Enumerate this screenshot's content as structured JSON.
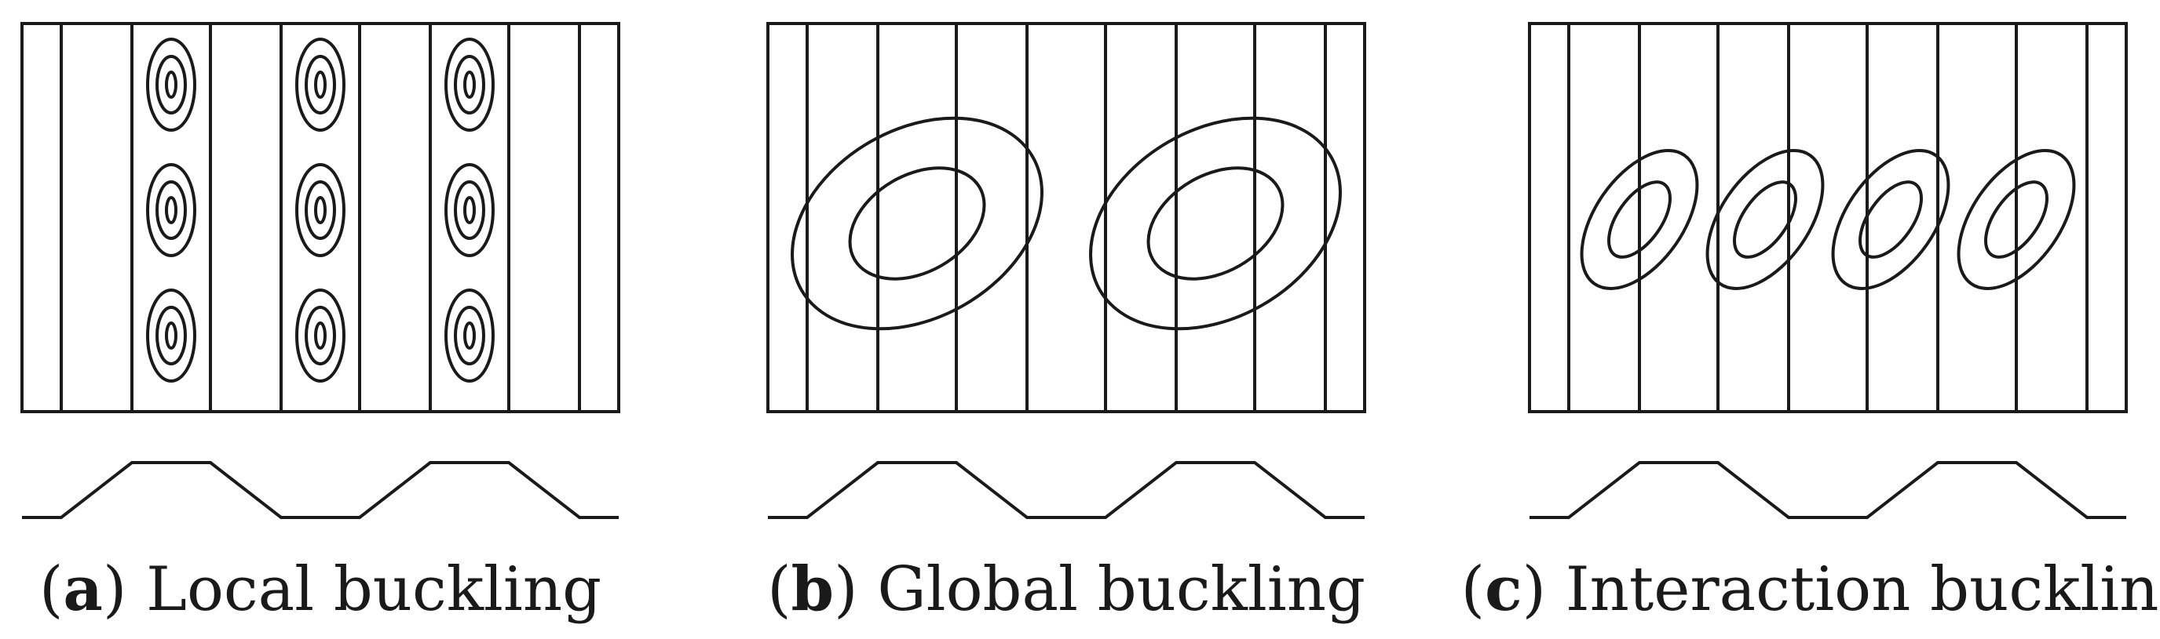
{
  "panels": [
    {
      "id": "a",
      "letter": "a",
      "caption": "Local buckling",
      "pattern": "local"
    },
    {
      "id": "b",
      "letter": "b",
      "caption": "Global buckling",
      "pattern": "global"
    },
    {
      "id": "c",
      "letter": "c",
      "caption": "Interaction buckling",
      "pattern": "interaction"
    }
  ],
  "colors": {
    "stroke": "#1a1a1a",
    "background": "#ffffff"
  }
}
